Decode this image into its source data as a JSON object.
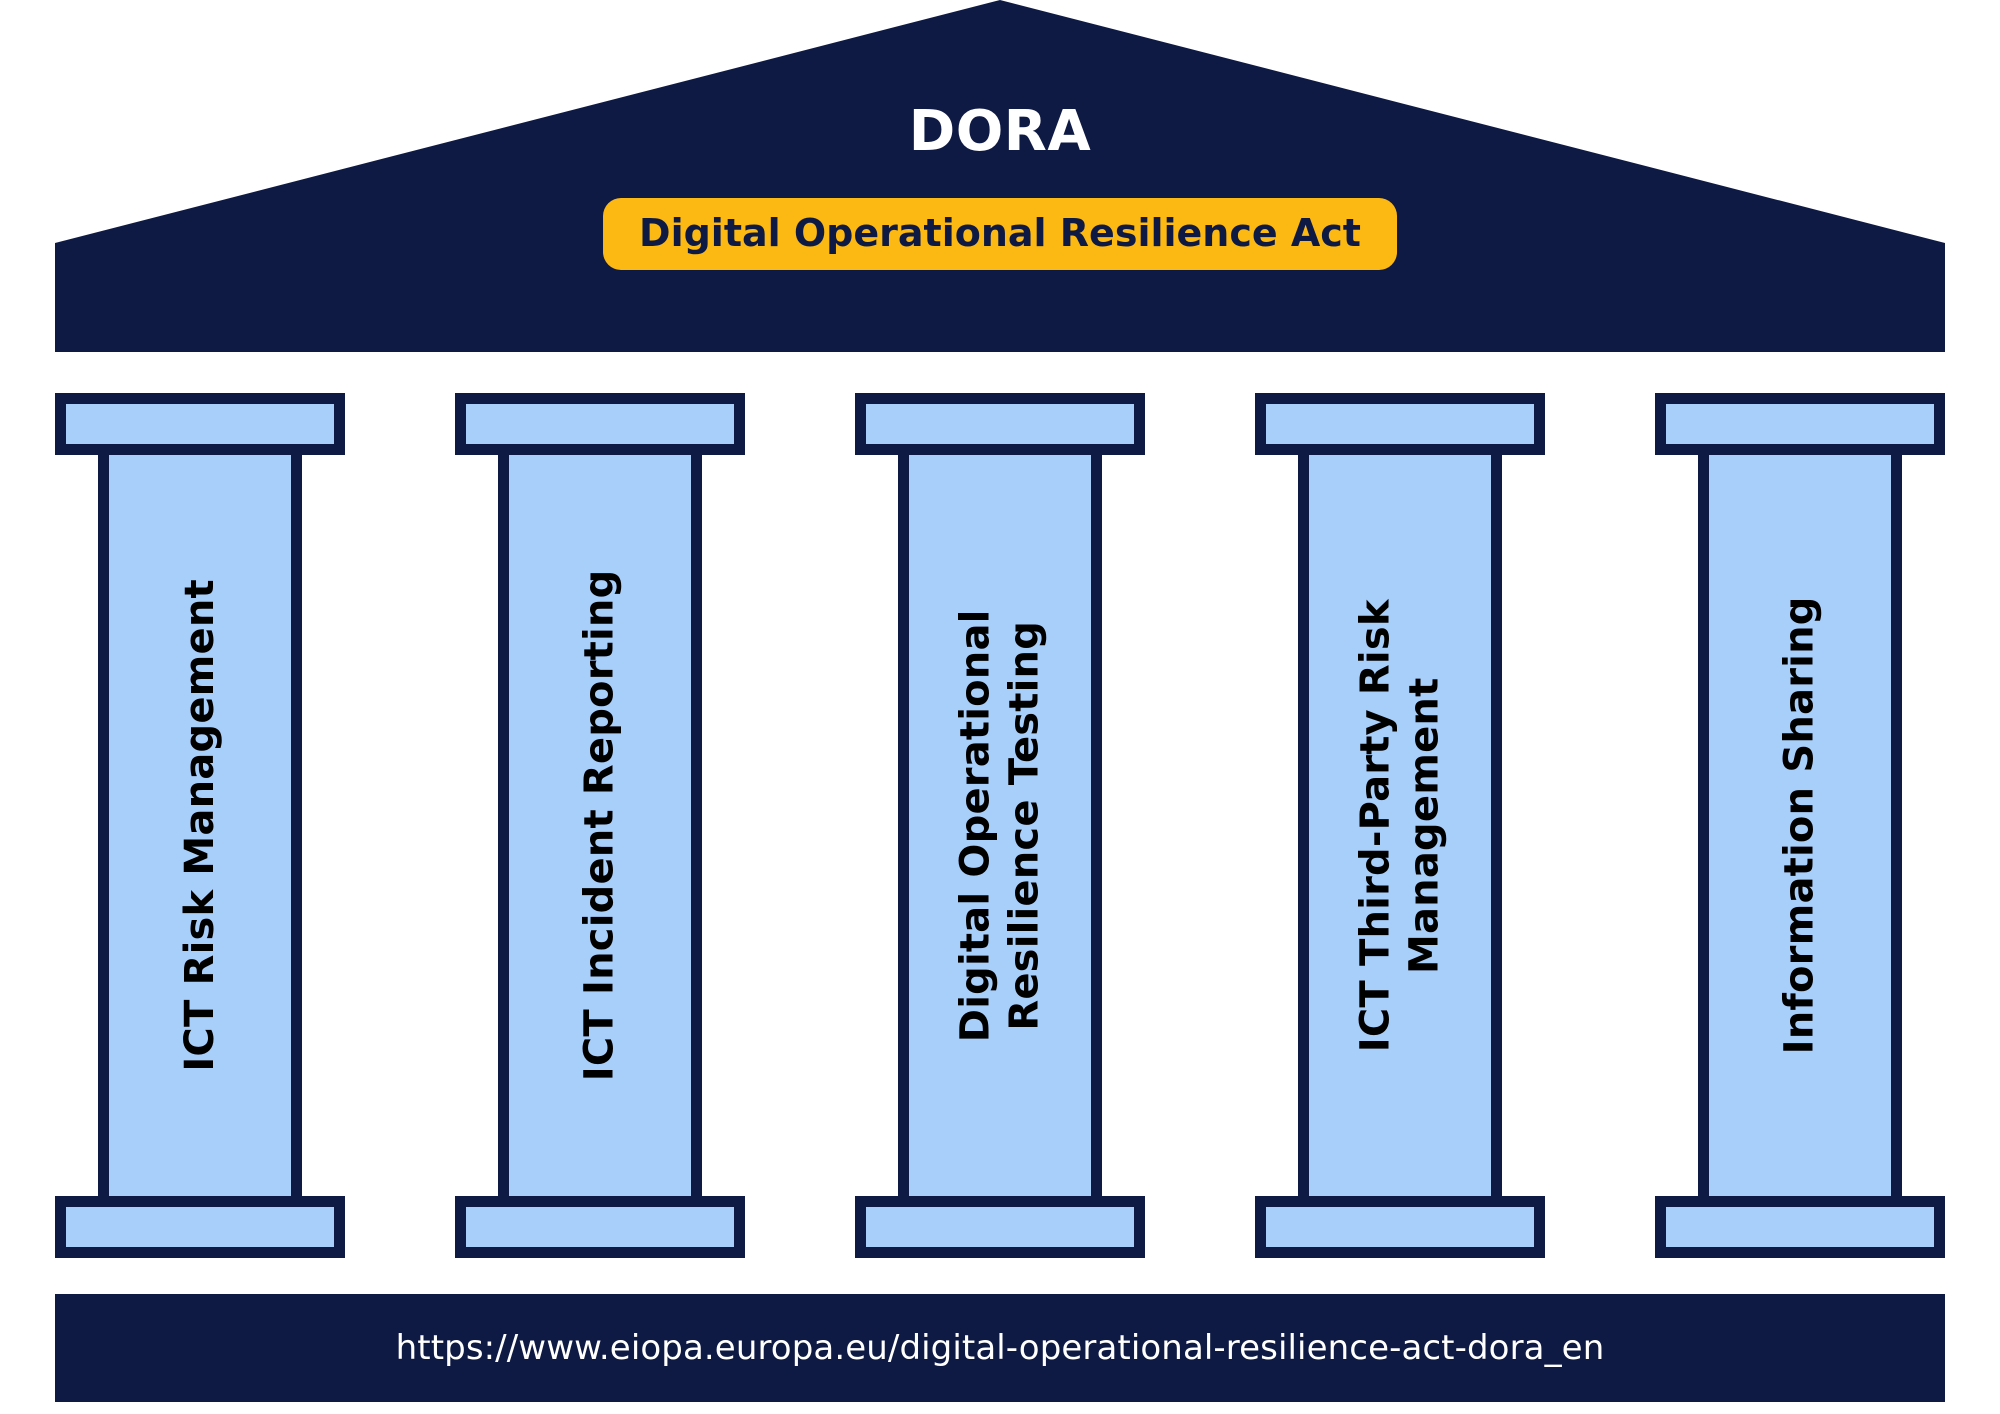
{
  "diagram": {
    "title": "DORA",
    "subtitle_badge": "Digital Operational Resilience Act",
    "source_url": "https://www.eiopa.europa.eu/digital-operational-resilience-act-dora_en",
    "colors": {
      "navy": "#0e1a44",
      "amber": "#FDB913",
      "light_blue": "#A8CEFA",
      "white": "#ffffff",
      "black": "#000000"
    },
    "pillars": [
      {
        "index": 1,
        "label": "ICT Risk Management",
        "lines": [
          "ICT Risk Management"
        ]
      },
      {
        "index": 2,
        "label": "ICT Incident Reporting",
        "lines": [
          "ICT Incident Reporting"
        ]
      },
      {
        "index": 3,
        "label": "Digital Operational Resilience Testing",
        "lines": [
          "Digital Operational",
          "Resilience Testing"
        ],
        "text": "Digital Operational\nResilience Testing"
      },
      {
        "index": 4,
        "label": "ICT Third-Party Risk Management",
        "lines": [
          "ICT Third-Party Risk",
          "Management"
        ],
        "text": "ICT Third-Party Risk\nManagement"
      },
      {
        "index": 5,
        "label": "Information Sharing",
        "lines": [
          "Information Sharing"
        ]
      }
    ]
  }
}
